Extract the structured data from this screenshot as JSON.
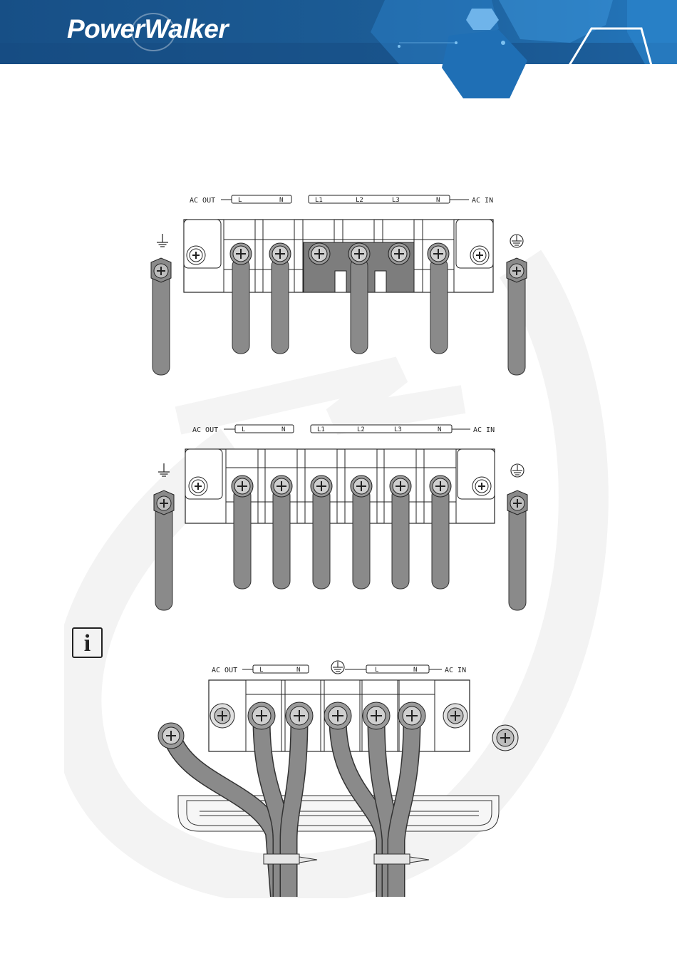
{
  "header": {
    "brand": "PowerWalker",
    "colors": {
      "primary": "#1c5d97",
      "dark": "#123f6b",
      "accent": "#2f8ed2",
      "light": "#6fb4ea"
    }
  },
  "info_icon": {
    "glyph": "i",
    "icon": "info-icon"
  },
  "diagrams": [
    {
      "ac_out": "AC OUT",
      "ac_in": "AC IN",
      "out_labels": [
        "L",
        "N"
      ],
      "in_labels": [
        "L1",
        "L2",
        "L3",
        "N"
      ],
      "terminal_count": 6,
      "bridged": [
        2,
        3,
        4
      ],
      "ground_left_icon": "ground-icon",
      "ground_right_icon": "protective-earth-icon"
    },
    {
      "ac_out": "AC OUT",
      "ac_in": "AC IN",
      "out_labels": [
        "L",
        "N"
      ],
      "in_labels": [
        "L1",
        "L2",
        "L3",
        "N"
      ],
      "terminal_count": 6,
      "bridged": [],
      "ground_left_icon": "ground-icon",
      "ground_right_icon": "protective-earth-icon"
    },
    {
      "ac_out": "AC OUT",
      "ac_in": "AC IN",
      "out_labels": [
        "L",
        "N"
      ],
      "in_labels": [
        "L",
        "N"
      ],
      "terminal_count": 5,
      "ground_center_icon": "protective-earth-icon"
    }
  ]
}
